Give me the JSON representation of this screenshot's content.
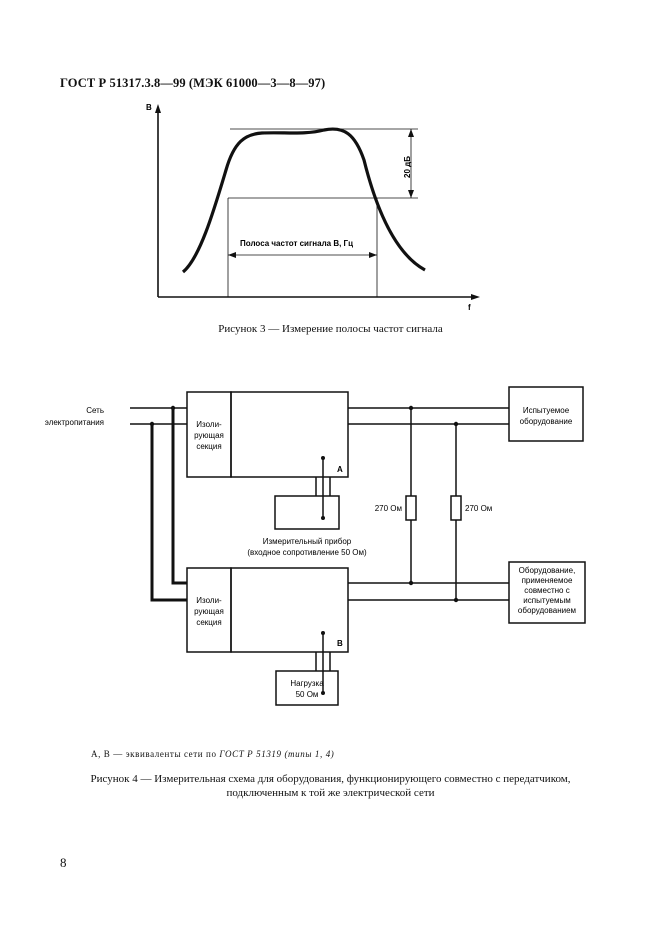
{
  "header": "ГОСТ Р 51317.3.8—99 (МЭК 61000—3—8—97)",
  "figure3": {
    "y_axis_label": "B",
    "x_axis_label": "f",
    "db_label": "20 дБ",
    "band_label": "Полоса частот сигнала В, Гц",
    "caption": "Рисунок 3 — Измерение полосы частот сигнала"
  },
  "figure4": {
    "mains_label_1": "Сеть",
    "mains_label_2": "электропитания",
    "isolating_top": [
      "Изоли-",
      "рующая",
      "секция"
    ],
    "isolating_bottom": [
      "Изоли-",
      "рующая",
      "секция"
    ],
    "network_a": "A",
    "network_b": "B",
    "eut": [
      "Испытуемое",
      "оборудование"
    ],
    "aux": [
      "Оборудование,",
      "применяемое",
      "совместно с",
      "испытуемым",
      "оборудованием"
    ],
    "resistor_1": "270 Ом",
    "resistor_2": "270 Ом",
    "instrument_1": "Измерительный прибор",
    "instrument_2": "(входное сопротивление 50 Ом)",
    "load": [
      "Нагрузка",
      "50 Ом"
    ],
    "note_prefix": "А, В — эквиваленты сети по ",
    "note_italic": "ГОСТ Р 51319 (типы 1, 4)",
    "caption_line_1": "Рисунок 4 — Измерительная схема для оборудования, функционирующего совместно с передатчиком,",
    "caption_line_2": "подключенным к той же электрической сети"
  },
  "page_number": "8"
}
